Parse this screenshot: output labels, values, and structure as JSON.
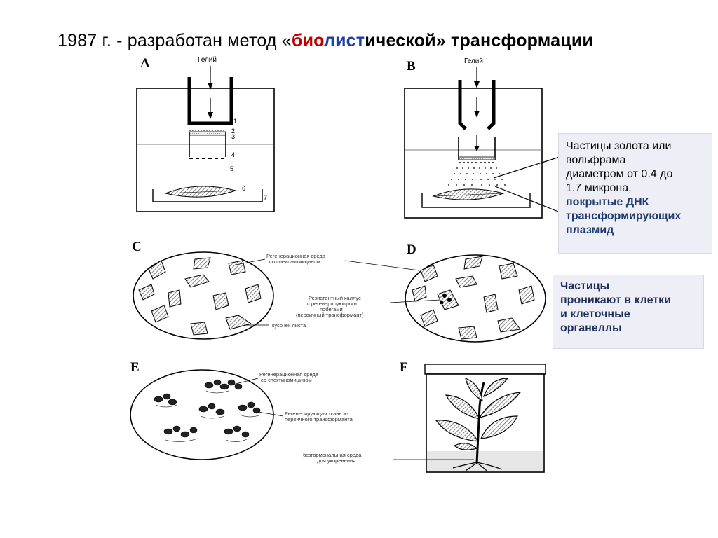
{
  "title": {
    "prefix": "1987 г. -  разработан  метод «",
    "red": "био",
    "blue": "лист",
    "rest": "ической» трансформации"
  },
  "panels": {
    "a": {
      "letter": "A",
      "gas": "Гелий",
      "numbers": [
        "1",
        "2",
        "3",
        "4",
        "5",
        "6",
        "7"
      ]
    },
    "b": {
      "letter": "B",
      "gas": "Гелий"
    },
    "c": {
      "letter": "C",
      "label_top": [
        "Регенерационная среда",
        "со спектиномицином"
      ],
      "label_bottom": "кусочек листа"
    },
    "d": {
      "letter": "D",
      "label_mid": [
        "Резистентный каллус",
        "с регенерирующими",
        "побегами",
        "(первичный трансформант)"
      ]
    },
    "e": {
      "letter": "E",
      "label_top": [
        "Регенерационная среда",
        "со спектиномицином"
      ],
      "label_mid": [
        "Регенерирующая ткань из",
        "первичного трансформанта"
      ]
    },
    "f": {
      "letter": "F",
      "label": [
        "безгормональная среда",
        "для укоренения"
      ]
    }
  },
  "callout_particles": {
    "line1": "Частицы золота или",
    "line2": "вольфрама",
    "line3": "диаметром от 0.4 до",
    "line4": "1.7 микрона,",
    "line5": "покрытые ДНК",
    "line6": "трансформирующих",
    "line7": "плазмид"
  },
  "callout_penetrate": {
    "line1": "Частицы",
    "line2": "проникают в клетки",
    "line3": "и клеточные",
    "line4": "органеллы"
  }
}
